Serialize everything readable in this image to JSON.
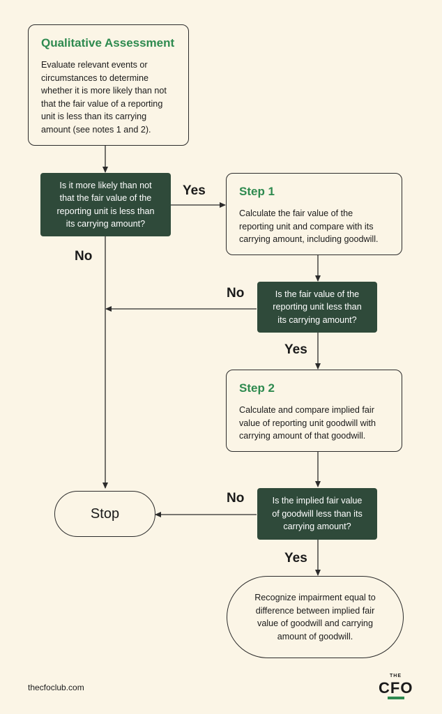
{
  "qualitative": {
    "title": "Qualitative Assessment",
    "lines": [
      "Evaluate relevant events or",
      "circumstances to determine",
      "whether it is more likely than not",
      "that the fair value of a reporting",
      "unit is less than its carrying",
      "amount (see notes 1 and 2)."
    ]
  },
  "decision1": {
    "lines": [
      "Is it more likely than not",
      "that the fair value of the",
      "reporting unit is less than",
      "its carrying amount?"
    ]
  },
  "step1": {
    "title": "Step 1",
    "lines": [
      "Calculate the fair value of the",
      "reporting unit and compare with its",
      "carrying amount, including goodwill."
    ]
  },
  "decision2": {
    "lines": [
      "Is the fair value of the",
      "reporting unit less than",
      "its carrying amount?"
    ]
  },
  "step2": {
    "title": "Step 2",
    "lines": [
      "Calculate and compare implied fair",
      "value of reporting unit goodwill with",
      "carrying amount of that goodwill."
    ]
  },
  "decision3": {
    "lines": [
      "Is the implied fair value",
      "of goodwill less than its",
      "carrying amount?"
    ]
  },
  "stop": {
    "label": "Stop"
  },
  "final": {
    "lines": [
      "Recognize impairment equal to",
      "difference between implied fair",
      "value of goodwill and carrying",
      "amount of goodwill."
    ]
  },
  "labels": {
    "yes1": "Yes",
    "no1": "No",
    "no2": "No",
    "yes2": "Yes",
    "no3": "No",
    "yes3": "Yes"
  },
  "footer": {
    "site": "thecfoclub.com",
    "logo_top": "THE",
    "logo_main": "CFO"
  },
  "colors": {
    "background": "#fbf5e6",
    "decision": "#2f4a3a",
    "accent": "#2e8a4f",
    "line": "#2b2b2b"
  }
}
